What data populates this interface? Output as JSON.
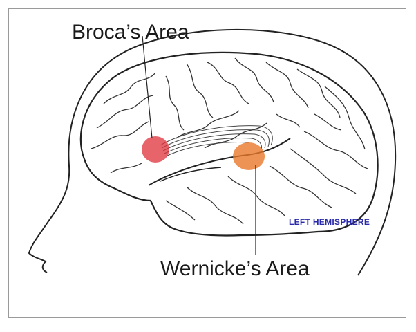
{
  "labels": {
    "broca": "Broca’s Area",
    "wernicke": "Wernicke’s Area",
    "hemisphere": "LEFT HEMISPHERE"
  },
  "colors": {
    "broca_region": "#e0303a",
    "wernicke_region": "#e8782a",
    "outline": "#222222",
    "hemisphere_text": "#2a2aa8"
  }
}
